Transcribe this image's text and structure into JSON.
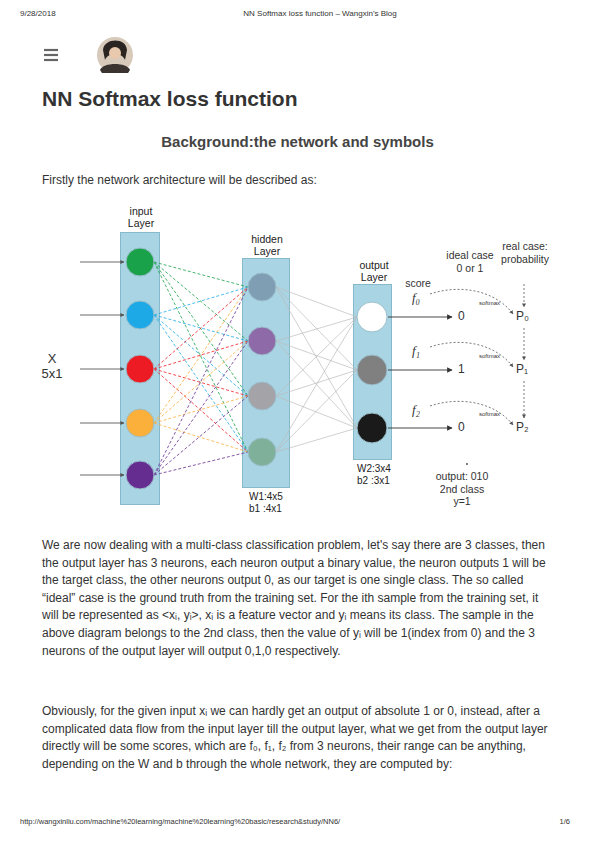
{
  "diagram": {
    "title": "NN Softmax loss function",
    "nodes": [
      {
        "text": [
          "input Layer"
        ]
      },
      {
        "text": [
          "hidden Layer",
          "W1:4x5 b1 :4x1"
        ]
      },
      {
        "text": [
          "output Layer",
          "W2:3x4 b2 :3x1"
        ]
      }
    ],
    "labels": [
      "9/28/2018",
      "NN Softmax loss function – Wangxin's Blog",
      "Background:the network and symbols",
      "Firstly the network architecture will be described as:",
      "X 5x1",
      "score",
      "ideal case 0 or 1",
      "real case: probability",
      "f₀",
      "f₁",
      "f₂",
      "0",
      "1",
      "0",
      "softmax",
      "softmax",
      "softmax",
      "P₀",
      "P₁",
      "P₂",
      "output: 010 2nd class y=1",
      "We are now dealing with a multi-class classification problem, let's say there are 3 classes, then the output layer has 3 neurons, each neuron output a binary value, the neuron outputs 1 will be the target class, the other neurons output 0, as our target is one single class. The so called “ideal” case is the ground truth from the training set. For the ith sample from the training set, it will be represented as <xᵢ, yᵢ>, xᵢ is a feature vector and yᵢ means its class. The sample in the above diagram belongs to the 2nd class, then the value of yᵢ will be 1(index from 0) and the 3 neurons of the output layer will output 0,1,0 respectively.",
      "Obviously, for the given input xᵢ we can hardly get an output of absolute 1 or 0, instead, after a complicated data flow from the input layer till the output layer, what we get from the output layer directly will be some scores, which are f₀, f₁, f₂ from 3 neurons, their range can be anything, depending on the W and b through the whole network, they are computed by:",
      "http://wangxinliu.com/machine%20learning/machine%20learning%20basic/research&study/NN6/",
      "1/6"
    ]
  }
}
